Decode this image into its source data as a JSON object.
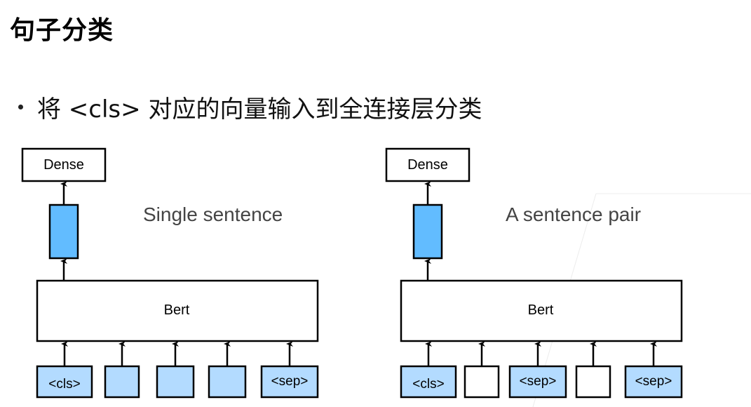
{
  "slide": {
    "title": "句子分类",
    "bullet": "将 <cls> 对应的向量输入到全连接层分类"
  },
  "colors": {
    "vector_fill": "#62bcff",
    "token_fill": "#b3dbff",
    "stroke": "#000000",
    "caption": "#444444"
  },
  "diagrams": [
    {
      "caption": "Single sentence",
      "dense_label": "Dense",
      "encoder_label": "Bert",
      "tokens": [
        {
          "label": "<cls>",
          "highlight": true
        },
        {
          "label": "",
          "highlight": true
        },
        {
          "label": "",
          "highlight": true
        },
        {
          "label": "",
          "highlight": true
        },
        {
          "label": "<sep>",
          "highlight": true
        }
      ]
    },
    {
      "caption": "A sentence pair",
      "dense_label": "Dense",
      "encoder_label": "Bert",
      "tokens": [
        {
          "label": "<cls>",
          "highlight": true
        },
        {
          "label": "",
          "highlight": false
        },
        {
          "label": "<sep>",
          "highlight": true
        },
        {
          "label": "",
          "highlight": false
        },
        {
          "label": "<sep>",
          "highlight": true
        }
      ]
    }
  ]
}
